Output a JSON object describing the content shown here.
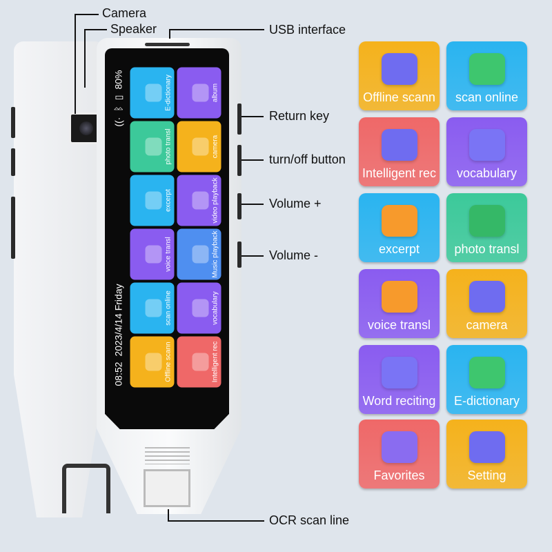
{
  "callouts": {
    "camera": "Camera",
    "speaker": "Speaker",
    "usb": "USB interface",
    "return_key": "Return key",
    "power": "turn/off button",
    "vol_up": "Volume +",
    "vol_down": "Volume -",
    "ocr": "OCR scan line"
  },
  "screen": {
    "time": "08:52",
    "date": "2023/4/14 Friday",
    "battery": "80%",
    "tiles": [
      {
        "label": "Offline scann",
        "color": "#f5b21c"
      },
      {
        "label": "scan online",
        "color": "#2ab4f0"
      },
      {
        "label": "voice transl",
        "color": "#8a5cf0"
      },
      {
        "label": "excerpt",
        "color": "#2ab4f0"
      },
      {
        "label": "photo transl",
        "color": "#3cc99a"
      },
      {
        "label": "E-dictionary",
        "color": "#2ab4f0"
      },
      {
        "label": "Intelligent rec",
        "color": "#ef6868"
      },
      {
        "label": "vocabulary",
        "color": "#8a5cf0"
      },
      {
        "label": "Music playback",
        "color": "#4f8ff0"
      },
      {
        "label": "video playback",
        "color": "#8a5cf0"
      },
      {
        "label": "camera",
        "color": "#f5b21c"
      },
      {
        "label": "album",
        "color": "#8a5cf0"
      }
    ]
  },
  "apps": [
    {
      "label": "Offline scann",
      "color": "#f5b21c",
      "icon": "scanner-pen-icon",
      "icon_color": "#6f6cf0"
    },
    {
      "label": "scan online",
      "color": "#2ab4f0",
      "icon": "scan-card-icon",
      "icon_color": "#3ec66e"
    },
    {
      "label": "Intelligent rec",
      "color": "#ef6868",
      "icon": "microphone-icon",
      "icon_color": "#6f6cf0"
    },
    {
      "label": "vocabulary",
      "color": "#8a5cf0",
      "icon": "letter-a-icon",
      "icon_color": "#7a74f5"
    },
    {
      "label": "excerpt",
      "color": "#2ab4f0",
      "icon": "notes-plus-icon",
      "icon_color": "#f79a2c"
    },
    {
      "label": "photo transl",
      "color": "#3cc99a",
      "icon": "photo-translate-icon",
      "icon_color": "#35b867"
    },
    {
      "label": "voice transl",
      "color": "#8a5cf0",
      "icon": "chat-bubble-icon",
      "icon_color": "#f79a2c"
    },
    {
      "label": "camera",
      "color": "#f5b21c",
      "icon": "camera-icon",
      "icon_color": "#6f6cf0"
    },
    {
      "label": "Word reciting",
      "color": "#8a5cf0",
      "icon": "grid-icon",
      "icon_color": "#7a74f5"
    },
    {
      "label": "E-dictionary",
      "color": "#2ab4f0",
      "icon": "book-icon",
      "icon_color": "#3ec66e"
    },
    {
      "label": "Favorites",
      "color": "#ef6868",
      "icon": "folder-clip-icon",
      "icon_color": "#8a6cf0"
    },
    {
      "label": "Setting",
      "color": "#f5b21c",
      "icon": "gear-icon",
      "icon_color": "#6f6cf0"
    }
  ]
}
